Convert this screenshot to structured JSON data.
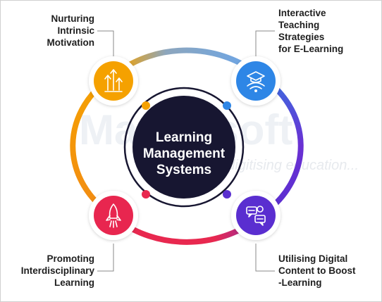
{
  "center": {
    "title": "Learning\nManagement\nSystems"
  },
  "watermark": {
    "brand": "Mastersoft",
    "tagline": "... digitising education..."
  },
  "nodes": [
    {
      "label": "Nurturing\nIntrinsic\nMotivation",
      "icon": "growth-arrows-icon",
      "color": "#F5A100"
    },
    {
      "label": "Interactive\nTeaching\nStrategies\nfor E-Learning",
      "icon": "wifi-graduation-cap-icon",
      "color": "#2E86E6"
    },
    {
      "label": "Promoting\nInterdisciplinary\nLearning",
      "icon": "rocket-icon",
      "color": "#E8284F"
    },
    {
      "label": "Utilising Digital\nContent to Boost\n-Learning",
      "icon": "chat-bubbles-icon",
      "color": "#5A2FD0"
    }
  ],
  "colors": {
    "center": "#171631",
    "ring_top": "#8DA6BD",
    "ring_right": "#6A30D3",
    "ring_bottom": "#E8284F",
    "ring_left": "#F5A100"
  }
}
